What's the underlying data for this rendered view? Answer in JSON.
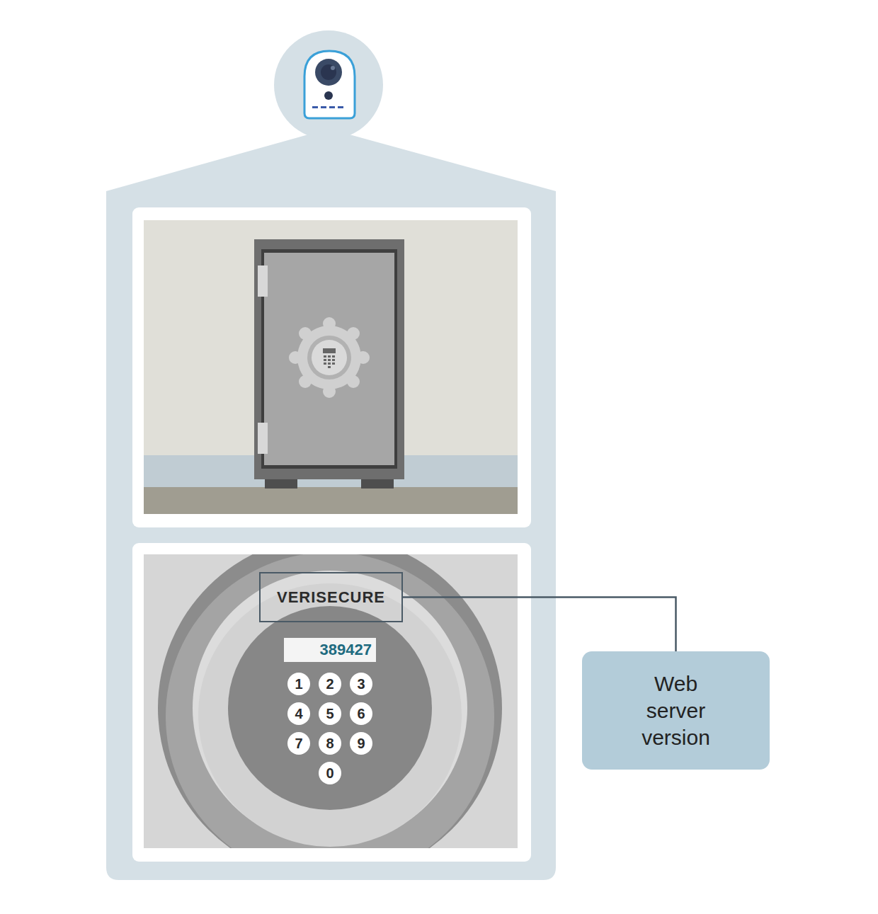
{
  "diagram": {
    "nodes": [
      {
        "text": [
          "VERISECURE"
        ]
      },
      {
        "text": [
          "Web server version"
        ]
      },
      {
        "text": [
          "389427"
        ]
      },
      {
        "text": [
          "1"
        ]
      },
      {
        "text": [
          "2"
        ]
      },
      {
        "text": [
          "3"
        ]
      },
      {
        "text": [
          "4"
        ]
      },
      {
        "text": [
          "5"
        ]
      },
      {
        "text": [
          "6"
        ]
      },
      {
        "text": [
          "7"
        ]
      },
      {
        "text": [
          "8"
        ]
      },
      {
        "text": [
          "9"
        ]
      },
      {
        "text": [
          "0"
        ]
      }
    ],
    "edges": [
      {
        "from": 0,
        "to": 1,
        "arrow": "none"
      }
    ]
  }
}
